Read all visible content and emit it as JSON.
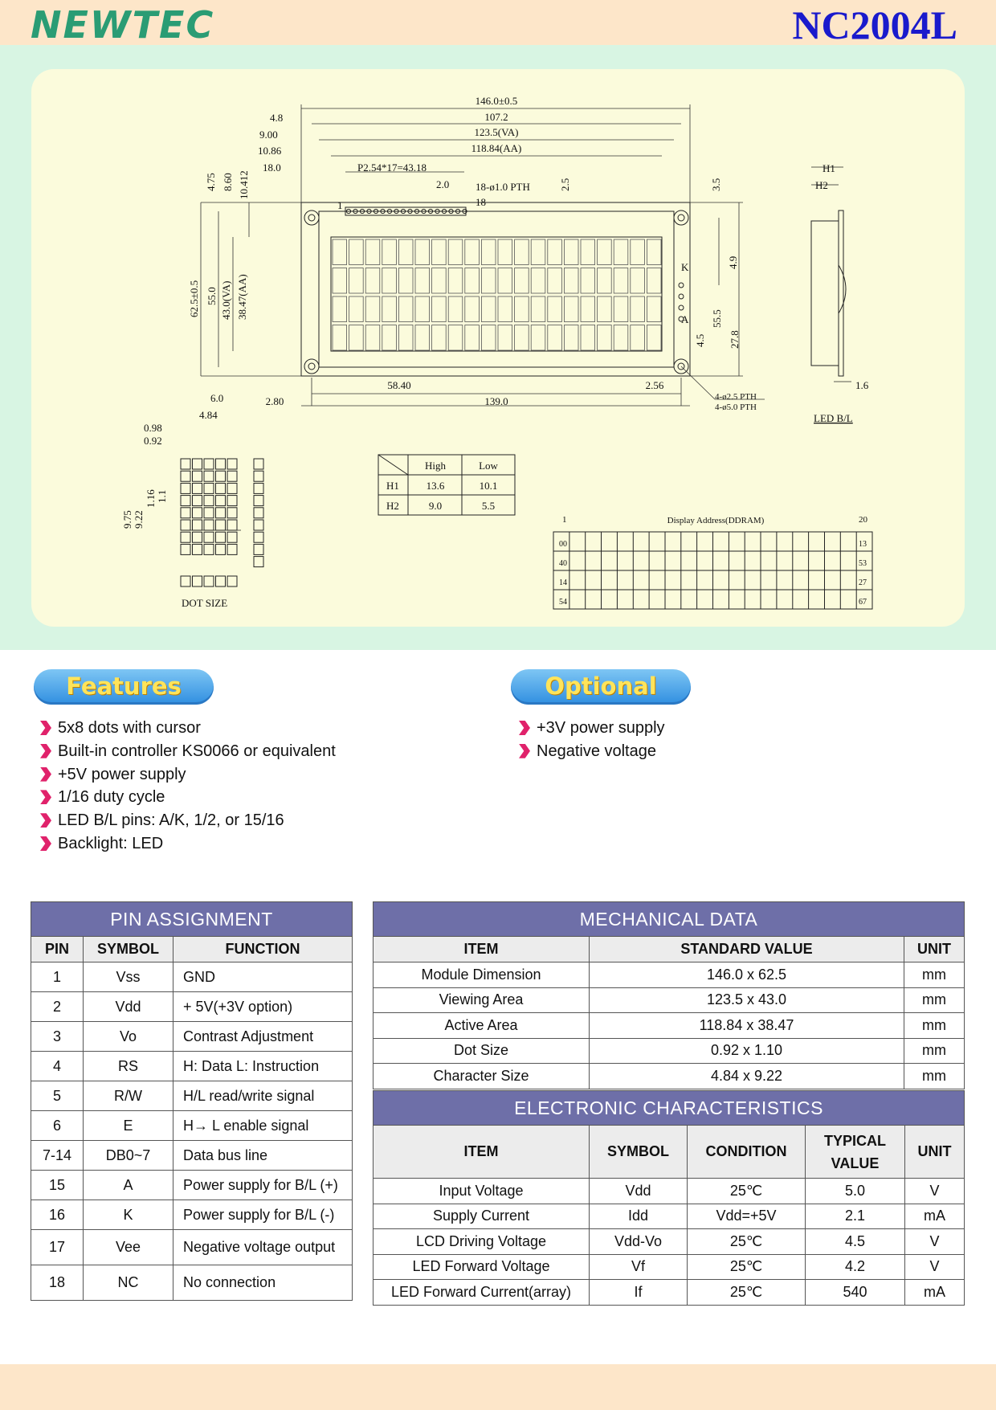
{
  "header": {
    "logo": "NEWTEC",
    "model": "NC2004L"
  },
  "drawing": {
    "dims_top": [
      "146.0±0.5",
      "107.2",
      "123.5(VA)",
      "118.84(AA)",
      "P2.54*17=43.18",
      "2.0",
      "18-ø1.0 PTH",
      "18",
      "1",
      "2.5",
      "3.5"
    ],
    "dims_left": [
      "4.8",
      "9.00",
      "10.86",
      "18.0",
      "4.75",
      "8.60",
      "10.412",
      "62.5±0.5",
      "55.0",
      "43.0(VA)",
      "38.47(AA)"
    ],
    "dims_right": [
      "4.9",
      "55.5",
      "27.8",
      "4.5",
      "K",
      "A"
    ],
    "dims_bottom": [
      "58.40",
      "2.56",
      "2.80",
      "139.0",
      "4-ø2.5 PTH",
      "4-ø5.0 PTH"
    ],
    "side": {
      "h1": "H1",
      "h2": "H2",
      "d16": "1.6",
      "caption": "LED B/L"
    },
    "dot": {
      "d60": "6.0",
      "d484": "4.84",
      "d098": "0.98",
      "d092": "0.92",
      "d975": "9.75",
      "d922": "9.22",
      "d116": "1.16",
      "d11": "1.1",
      "caption": "DOT SIZE"
    },
    "h_table": {
      "headers": [
        "",
        "High",
        "Low"
      ],
      "rows": [
        [
          "H1",
          "13.6",
          "10.1"
        ],
        [
          "H2",
          "9.0",
          "5.5"
        ]
      ]
    },
    "ddram": {
      "title": "Display Address(DDRAM)",
      "first": "1",
      "last": "20",
      "left": [
        "00",
        "40",
        "14",
        "54"
      ],
      "right": [
        "13",
        "53",
        "27",
        "67"
      ]
    }
  },
  "features": {
    "title": "Features",
    "items": [
      "5x8 dots with cursor",
      "Built-in controller KS0066 or equivalent",
      "+5V power supply",
      "1/16 duty cycle",
      "LED B/L pins: A/K, 1/2, or 15/16",
      "Backlight: LED"
    ]
  },
  "optional": {
    "title": "Optional",
    "items": [
      "+3V power supply",
      "Negative voltage"
    ]
  },
  "pin_table": {
    "title": "PIN ASSIGNMENT",
    "headers": [
      "PIN",
      "SYMBOL",
      "FUNCTION"
    ],
    "rows": [
      [
        "1",
        "Vss",
        "GND"
      ],
      [
        "2",
        "Vdd",
        "+ 5V(+3V option)"
      ],
      [
        "3",
        "Vo",
        "Contrast Adjustment"
      ],
      [
        "4",
        "RS",
        "H: Data L: Instruction"
      ],
      [
        "5",
        "R/W",
        "H/L read/write signal"
      ],
      [
        "6",
        "E",
        "H→ L enable signal"
      ],
      [
        "7-14",
        "DB0~7",
        "Data bus line"
      ],
      [
        "15",
        "A",
        "Power supply for B/L (+)"
      ],
      [
        "16",
        "K",
        "Power supply for B/L (-)"
      ],
      [
        "17",
        "Vee",
        "Negative voltage output"
      ],
      [
        "18",
        "NC",
        "No connection"
      ]
    ]
  },
  "mech_table": {
    "title": "MECHANICAL DATA",
    "headers": [
      "ITEM",
      "STANDARD VALUE",
      "UNIT"
    ],
    "rows": [
      [
        "Module Dimension",
        "146.0 x 62.5",
        "mm"
      ],
      [
        "Viewing Area",
        "123.5 x 43.0",
        "mm"
      ],
      [
        "Active Area",
        "118.84 x 38.47",
        "mm"
      ],
      [
        "Dot Size",
        "0.92 x 1.10",
        "mm"
      ],
      [
        "Character Size",
        "4.84 x 9.22",
        "mm"
      ]
    ]
  },
  "elec_table": {
    "title": "ELECTRONIC CHARACTERISTICS",
    "headers": [
      "ITEM",
      "SYMBOL",
      "CONDITION",
      "TYPICAL VALUE",
      "UNIT"
    ],
    "rows": [
      [
        "Input Voltage",
        "Vdd",
        "25℃",
        "5.0",
        "V"
      ],
      [
        "Supply Current",
        "Idd",
        "Vdd=+5V",
        "2.1",
        "mA"
      ],
      [
        "LCD Driving Voltage",
        "Vdd-Vo",
        "25℃",
        "4.5",
        "V"
      ],
      [
        "LED Forward Voltage",
        "Vf",
        "25℃",
        "4.2",
        "V"
      ],
      [
        "LED Forward Current(array)",
        "If",
        "25℃",
        "540",
        "mA"
      ]
    ]
  },
  "colors": {
    "header_band": "#fde6c9",
    "drawing_band": "#d8f5e3",
    "panel": "#fbfbdc",
    "table_title": "#6e6fa8",
    "bullet": "#e0226b",
    "logo": "#2a9c74",
    "model": "#1a1acc"
  }
}
